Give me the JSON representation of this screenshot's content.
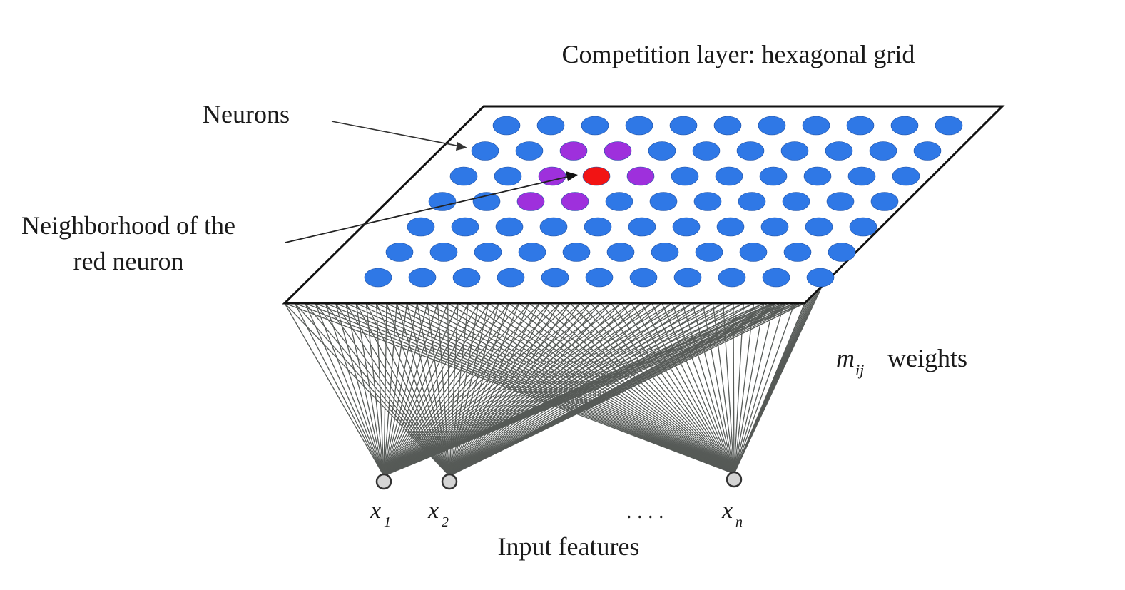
{
  "labels": {
    "title": "Competition layer: hexagonal grid",
    "neurons": "Neurons",
    "neighborhood_line1": "Neighborhood of the",
    "neighborhood_line2": "red neuron",
    "weights_symbol": "m",
    "weights_subscript": "ij",
    "weights_word": "weights",
    "input_features": "Input features",
    "ellipsis": ". . . .",
    "input_x1_symbol": "x",
    "input_x1_subscript": "1",
    "input_x2_symbol": "x",
    "input_x2_subscript": "2",
    "input_xn_symbol": "x",
    "input_xn_subscript": "n"
  },
  "grid": {
    "rows": 7,
    "cols": 11,
    "red_neuron": [
      2,
      3
    ],
    "neighborhood": [
      [
        1,
        2
      ],
      [
        1,
        3
      ],
      [
        2,
        2
      ],
      [
        2,
        4
      ],
      [
        3,
        2
      ],
      [
        3,
        3
      ]
    ]
  },
  "colors": {
    "neuron": "#2f78e6",
    "neighbor": "#9e30dc",
    "winner": "#f21414",
    "connection": "#565a57",
    "input_node_fill": "#d4d4d4",
    "plane_border": "#111111",
    "arrow": "#333333"
  }
}
